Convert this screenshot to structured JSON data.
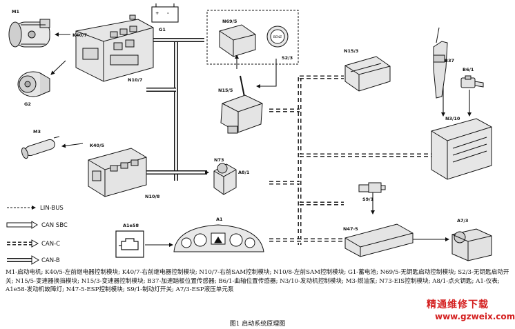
{
  "components": {
    "M1": "M1",
    "K40_7": "K40/7",
    "G1": "G1",
    "G1_plus": "+",
    "G1_minus": "-",
    "N10_7": "N10/7",
    "G2": "G2",
    "N69_5": "N69/5",
    "S2_3": "S2/3",
    "key_text": "BENZ",
    "N15_5": "N15/5",
    "N15_3": "N15/3",
    "B37": "B37",
    "B6_1": "B6/1",
    "N3_10": "N3/10",
    "M3": "M3",
    "K40_5": "K40/5",
    "N10_8": "N10/8",
    "N73": "N73",
    "A8_1": "A8/1",
    "S9_1": "S9/1",
    "A1e58": "A1e58",
    "A1": "A1",
    "N47_5": "N47-5",
    "A7_3": "A7/3"
  },
  "legend": [
    {
      "style": "lin",
      "label": "LIN-BUS"
    },
    {
      "style": "sbc",
      "label": "CAN SBC"
    },
    {
      "style": "canc",
      "label": "CAN-C"
    },
    {
      "style": "canb",
      "label": "CAN-B"
    }
  ],
  "caption_text": "M1-启动电机; K40/5-左前继电器控制模块; K40/7-右前继电器控制模块; N10/7-右前SAM控制模块; N10/8-左前SAM控制模块; G1-蓄电池; N69/5-无钥匙启动控制模块; S2/3-无钥匙启动开关; N15/5-变速器换挡模块; N15/3-变速器控制模块; B37-加速踏板位置传感器; B6/1-曲轴位置传感器; N3/10-发动机控制模块; M3-燃油泵; N73-EIS控制模块; A8/1-点火钥匙; A1-仪表; A1e58-发动机故障灯; N47-5-ESP控制模块; S9/1-制动灯开关; A7/3-ESP液压单元泵",
  "figure_title": "图1 启动系统原理图",
  "watermark": {
    "name": "精通维修下载",
    "url": "www.gzweix.com"
  },
  "colors": {
    "line": "#111111",
    "watermark": "#d41f1f"
  }
}
